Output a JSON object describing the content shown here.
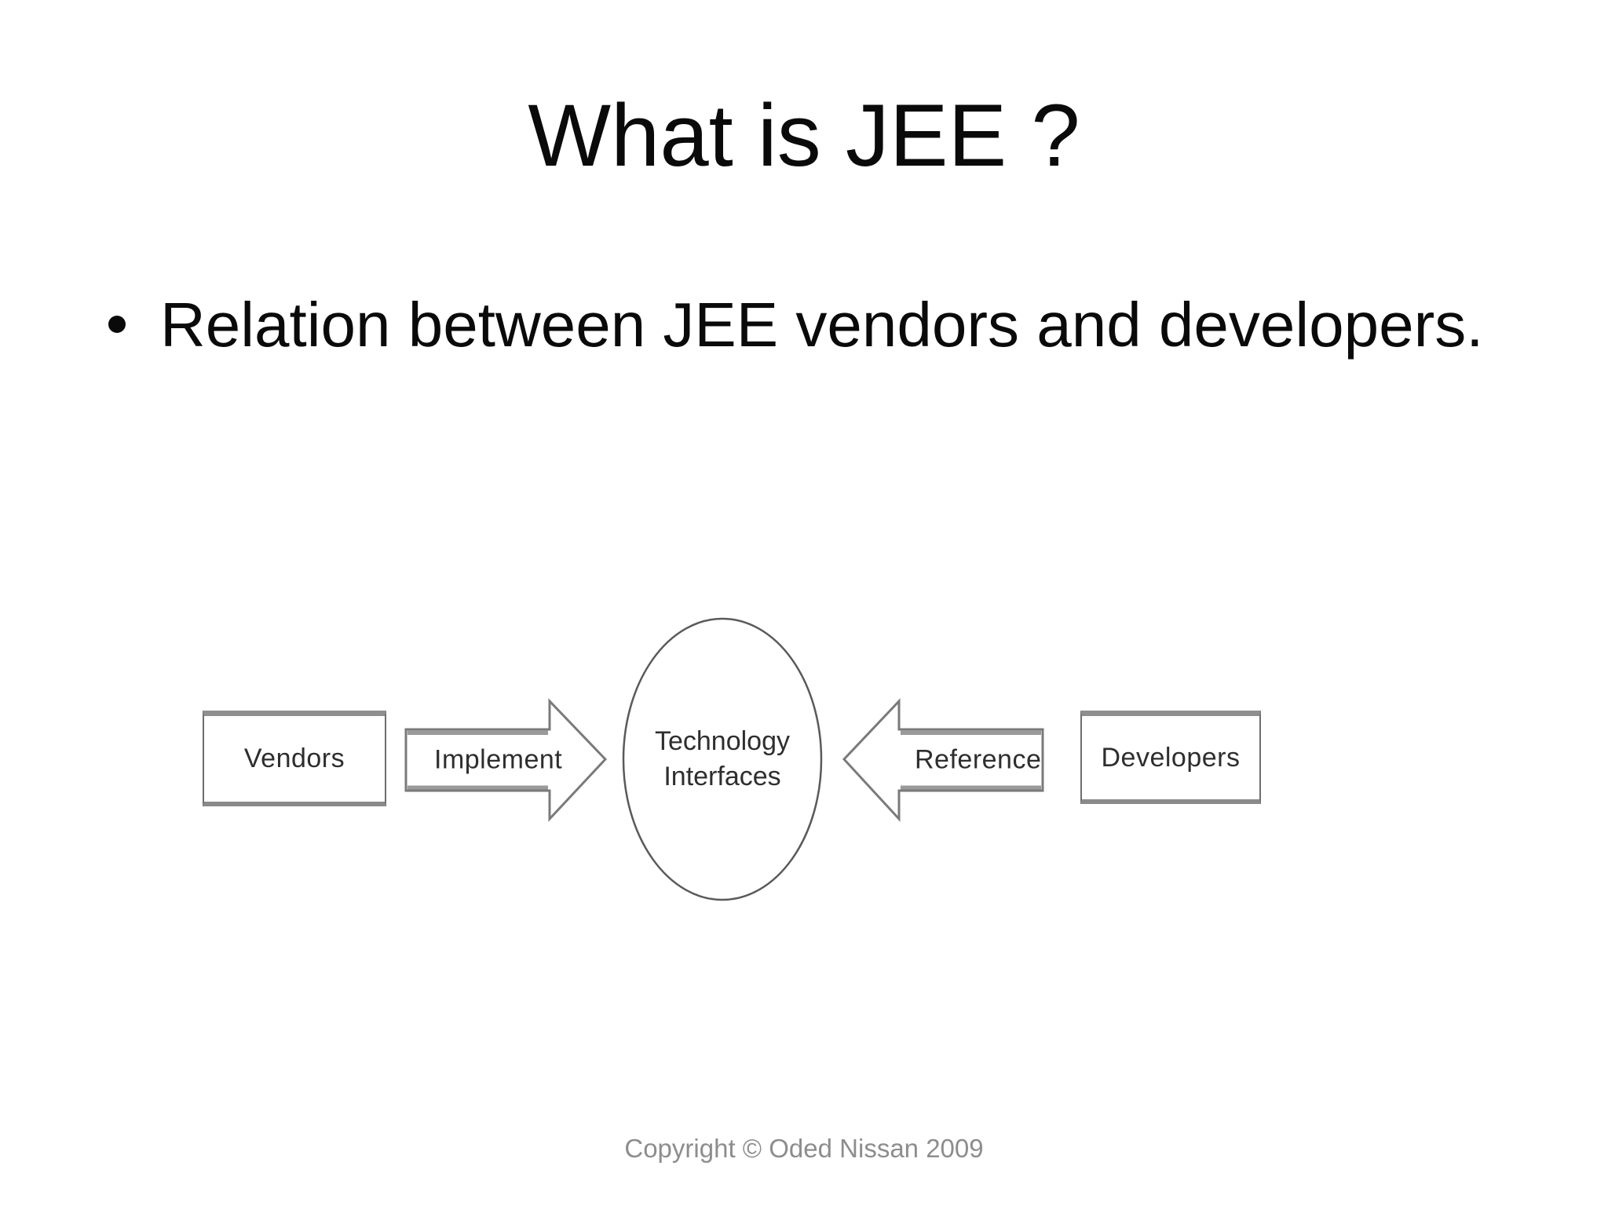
{
  "slide": {
    "title": "What is JEE ?",
    "bullet": "Relation between JEE vendors and developers.",
    "footer": "Copyright © Oded Nissan 2009"
  },
  "diagram": {
    "vendors_label": "Vendors",
    "implement_label": "Implement",
    "center_label_line1": "Technology",
    "center_label_line2": "Interfaces",
    "reference_label": "Reference",
    "developers_label": "Developers"
  },
  "colors": {
    "text": "#0a0a0a",
    "diagram_outline": "#777777",
    "box_label": "#2e2e2e",
    "footer_text": "#8d8d8d"
  }
}
